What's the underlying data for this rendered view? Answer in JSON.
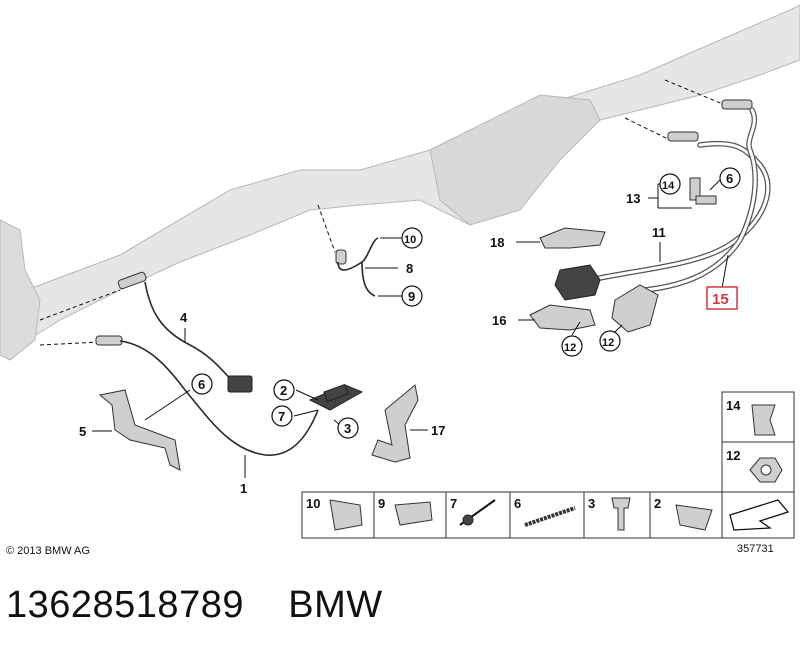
{
  "callouts": {
    "c1": "1",
    "c2": "2",
    "c3": "3",
    "c4": "4",
    "c5": "5",
    "c6": "6",
    "c7": "7",
    "c8": "8",
    "c9": "9",
    "c10": "10",
    "c11": "11",
    "c12": "12",
    "c13": "13",
    "c14": "14",
    "c15": "15",
    "c16": "16",
    "c17": "17",
    "c18": "18"
  },
  "legend": {
    "row_cells": [
      "10",
      "9",
      "7",
      "6",
      "3",
      "2"
    ],
    "column_cells": [
      "14",
      "12"
    ]
  },
  "copyright": "© 2013 BMW AG",
  "diagram_ref": "357731",
  "caption": {
    "part_number": "13628518789",
    "brand": "BMW"
  },
  "colors": {
    "highlight": "#d9363e",
    "pipe": "#e6e6e6",
    "line": "#111111"
  }
}
